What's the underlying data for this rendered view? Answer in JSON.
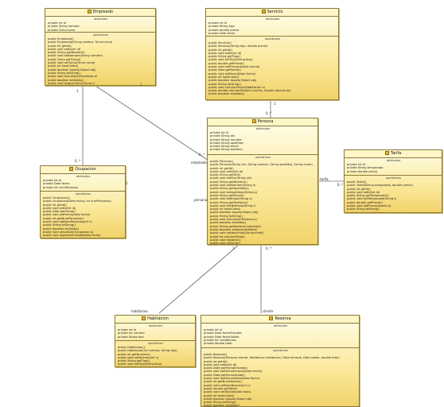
{
  "classes": {
    "empleado": {
      "title": "Empleado",
      "attrs": [
        "private int id",
        "private String nombre",
        "private Turno turno"
      ],
      "ops": [
        "public Empleado()",
        "public Empleado(String nombre, Turno turno)",
        "public int getId()",
        "public void setId(int id)",
        "public String getNombre()",
        "public void setNombre(String nombre)",
        "public Turno getTurno()",
        "public void setTurno(Turno turno)",
        "public int hashCode()",
        "public boolean equals(Object obj)",
        "public String toString()",
        "public void actualizar(Empleado e)",
        "public boolean esValido()",
        "public void asignarTurno(Turno t)"
      ]
    },
    "servicio": {
      "title": "Servicio",
      "attrs": [
        "private int id",
        "private String tipo",
        "private double precio",
        "private Date fecha"
      ],
      "ops": [
        "public Servicio()",
        "public Servicio(String tipo, double precio)",
        "public int getId()",
        "public void setId(int id)",
        "public String getTipo()",
        "public void setTipo(String tipo)",
        "public double getPrecio()",
        "public void setPrecio(double precio)",
        "public Date getFecha()",
        "public void setFecha(Date fecha)",
        "public int hashCode()",
        "public boolean equals(Object obj)",
        "public String toString()",
        "public void calcularPrecio(Habitacion h)",
        "public double calcularTotal(int noches, double descuento)",
        "public boolean esValido()"
      ]
    },
    "ocupacion": {
      "title": "Ocupacion",
      "attrs": [
        "private int id",
        "private Date fecha",
        "private int numPersonas"
      ],
      "ops": [
        "public Ocupacion()",
        "public Ocupacion(Date fecha, int numPersonas)",
        "public int getId()",
        "public void setId(int id)",
        "public Date getFecha()",
        "public void setFecha(Date fecha)",
        "public int getNumPersonas()",
        "public void setNumPersonas(int n)",
        "public String toString()",
        "public boolean esValido()",
        "public void actualizar(Ocupacion o)",
        "public void registrarEntrada(Date fecha)"
      ]
    },
    "persona": {
      "title": "Persona",
      "attrs": [
        "private int id",
        "private String dni",
        "private String nombre",
        "private String apellidos",
        "private String email",
        "private String telefono"
      ],
      "ops": [
        "public Persona()",
        "public Persona(String dni, String nombre, String apellidos, String email)",
        "public int getId()",
        "public void setId(int id)",
        "public String getDni()",
        "public void setDni(String dni)",
        "public String getNombre()",
        "public void setNombre(String n)",
        "public String getApellidos()",
        "public void setApellidos(String a)",
        "public String getEmail()",
        "public void setEmail(String e)",
        "public String getTelefono()",
        "public void setTelefono(String t)",
        "public int hashCode()",
        "public boolean equals(Object obj)",
        "public String toString()",
        "public void actualizar(Persona p)",
        "public boolean esValido()",
        "public String getNombreCompleto()",
        "public boolean esMayorDeEdad()",
        "public void validarEmail(String email)",
        "public int calcularEdad()",
        "public void registrar()",
        "public void eliminar()"
      ]
    },
    "tarifa": {
      "title": "Tarifa",
      "attrs": [
        "private int id",
        "private String temporada",
        "private double precio"
      ],
      "ops": [
        "public Tarifa()",
        "public Tarifa(String temporada, double precio)",
        "public int getId()",
        "public void setId(int id)",
        "public String getTemporada()",
        "public void setTemporada(String t)",
        "public double getPrecio()",
        "public void setPrecio(double p)",
        "public String toString()",
        "public boolean esValido()"
      ]
    },
    "habitacion": {
      "title": "Habitacion",
      "attrs": [
        "private int id",
        "private int numero",
        "private String tipo"
      ],
      "ops": [
        "public Habitacion()",
        "public Habitacion(int numero, String tipo)",
        "public int getNumero()",
        "public void setNumero(int n)",
        "public String getTipo()",
        "public void setTipo(String tipo)",
        "public boolean estaLibre()",
        "public String toString()"
      ]
    },
    "reserva": {
      "title": "Reserva",
      "attrs": [
        "private int id",
        "private Date fechaEntrada",
        "private Date fechaSalida",
        "private int numNoches",
        "private double total"
      ],
      "ops": [
        "public Reserva()",
        "public Reserva(Persona cliente, Habitacion habitacion, Date entrada, Date salida, double total)",
        "public int getId()",
        "public void setId(int id)",
        "public Date getFechaEntrada()",
        "public void setFechaEntrada(Date fecha)",
        "public Date getFechaSalida()",
        "public void setFechaSalida(Date fecha)",
        "public int getNumNoches()",
        "public void setNumNoches(int n)",
        "public double getTotal()",
        "public void setTotal(double total)",
        "public int hashCode()",
        "public boolean equals(Object obj)",
        "public String toString()",
        "public boolean esValida()"
      ]
    }
  },
  "section_labels": {
    "attributes": "attributes",
    "operations": "operations"
  },
  "edge_labels": {
    "empleado_e": "empleado",
    "tarifa_e": "tarifa",
    "persona_e": "persona",
    "habitacion_e": "habitacion",
    "cliente_e": "cliente"
  },
  "multiplicities": {
    "m1": "1",
    "m2": "0..*",
    "m3": "1",
    "m4": "0..*",
    "m5": "1",
    "m6": "0..*",
    "m7": "1",
    "m8": "0..*",
    "m9": "1",
    "m10": "0..*"
  }
}
